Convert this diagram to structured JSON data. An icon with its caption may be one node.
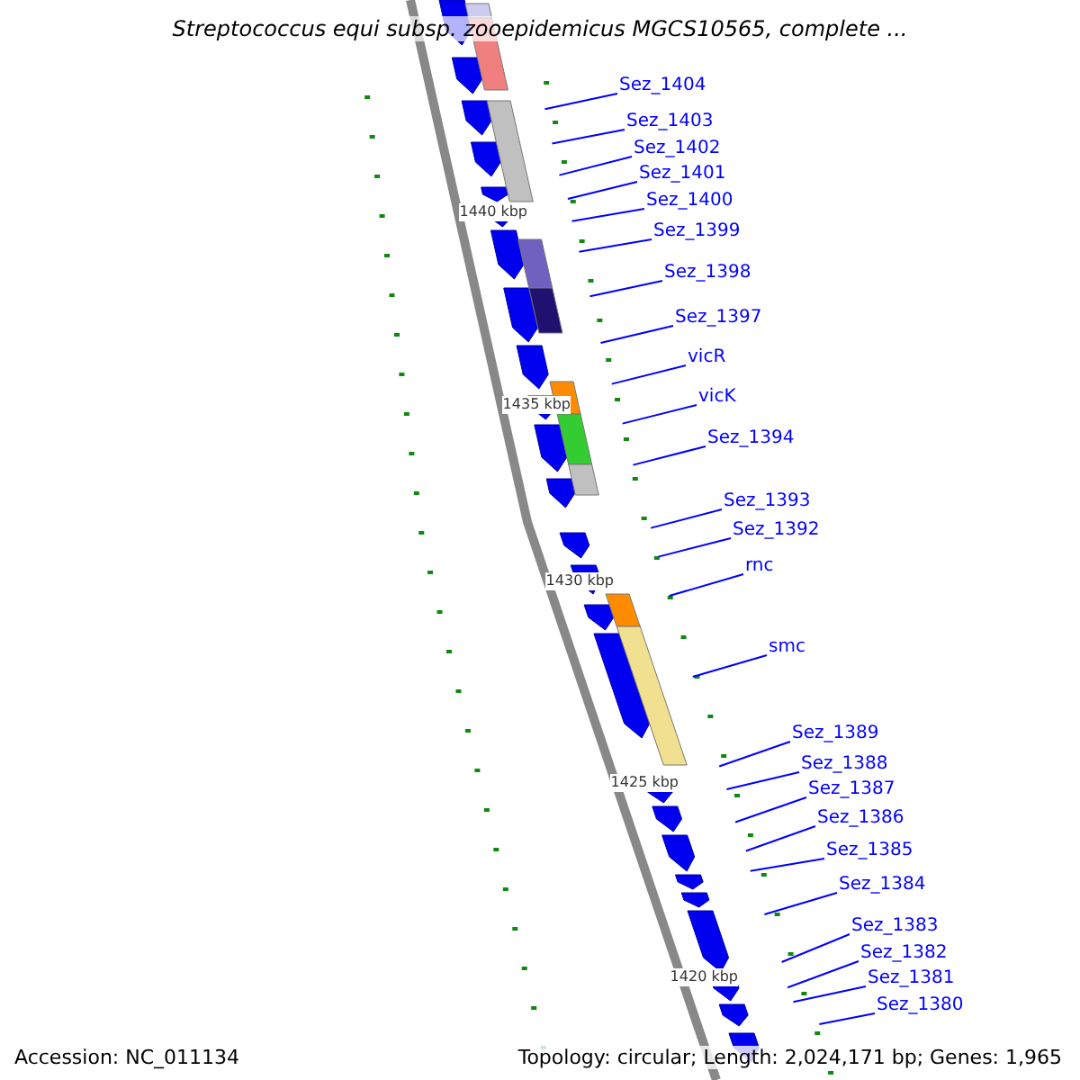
{
  "diagram": {
    "title": "Streptococcus equi subsp. zooepidemicus MGCS10565, complete ...",
    "nodes": [
      {
        "text": [
          "Sez_1404"
        ]
      },
      {
        "text": [
          "Sez_1403"
        ]
      },
      {
        "text": [
          "Sez_1402"
        ]
      },
      {
        "text": [
          "Sez_1401"
        ]
      },
      {
        "text": [
          "Sez_1400"
        ]
      },
      {
        "text": [
          "Sez_1399"
        ]
      },
      {
        "text": [
          "Sez_1398"
        ]
      },
      {
        "text": [
          "Sez_1397"
        ]
      },
      {
        "text": [
          "vicR"
        ]
      },
      {
        "text": [
          "vicK"
        ]
      },
      {
        "text": [
          "Sez_1394"
        ]
      },
      {
        "text": [
          "Sez_1393"
        ]
      },
      {
        "text": [
          "Sez_1392"
        ]
      },
      {
        "text": [
          "rnc"
        ]
      },
      {
        "text": [
          "smc"
        ]
      },
      {
        "text": [
          "Sez_1389"
        ]
      },
      {
        "text": [
          "Sez_1388"
        ]
      },
      {
        "text": [
          "Sez_1387"
        ]
      },
      {
        "text": [
          "Sez_1386"
        ]
      },
      {
        "text": [
          "Sez_1385"
        ]
      },
      {
        "text": [
          "Sez_1384"
        ]
      },
      {
        "text": [
          "Sez_1383"
        ]
      },
      {
        "text": [
          "Sez_1382"
        ]
      },
      {
        "text": [
          "Sez_1381"
        ]
      },
      {
        "text": [
          "Sez_1380"
        ]
      }
    ],
    "edges": [
      {
        "from": 0,
        "to": null,
        "arrow": "none"
      },
      {
        "from": 1,
        "to": null,
        "arrow": "none"
      },
      {
        "from": 2,
        "to": null,
        "arrow": "none"
      },
      {
        "from": 3,
        "to": null,
        "arrow": "none"
      },
      {
        "from": 4,
        "to": null,
        "arrow": "none"
      },
      {
        "from": 5,
        "to": null,
        "arrow": "none"
      },
      {
        "from": 6,
        "to": null,
        "arrow": "none"
      },
      {
        "from": 7,
        "to": null,
        "arrow": "none"
      },
      {
        "from": 8,
        "to": null,
        "arrow": "none"
      },
      {
        "from": 9,
        "to": null,
        "arrow": "none"
      },
      {
        "from": 10,
        "to": null,
        "arrow": "none"
      },
      {
        "from": 11,
        "to": null,
        "arrow": "none"
      },
      {
        "from": 12,
        "to": null,
        "arrow": "none"
      },
      {
        "from": 13,
        "to": null,
        "arrow": "none"
      },
      {
        "from": 14,
        "to": null,
        "arrow": "none"
      },
      {
        "from": 15,
        "to": null,
        "arrow": "none"
      },
      {
        "from": 16,
        "to": null,
        "arrow": "none"
      },
      {
        "from": 17,
        "to": null,
        "arrow": "none"
      },
      {
        "from": 18,
        "to": null,
        "arrow": "none"
      },
      {
        "from": 19,
        "to": null,
        "arrow": "none"
      },
      {
        "from": 20,
        "to": null,
        "arrow": "none"
      },
      {
        "from": 21,
        "to": null,
        "arrow": "none"
      },
      {
        "from": 22,
        "to": null,
        "arrow": "none"
      },
      {
        "from": 23,
        "to": null,
        "arrow": "none"
      },
      {
        "from": 24,
        "to": null,
        "arrow": "none"
      }
    ],
    "labels": [
      "1440 kbp",
      "1435 kbp",
      "1430 kbp",
      "1425 kbp",
      "1420 kbp",
      "Accession: NC_011134",
      "Topology: circular; Length: 2,024,171 bp; Genes: 1,965"
    ]
  }
}
